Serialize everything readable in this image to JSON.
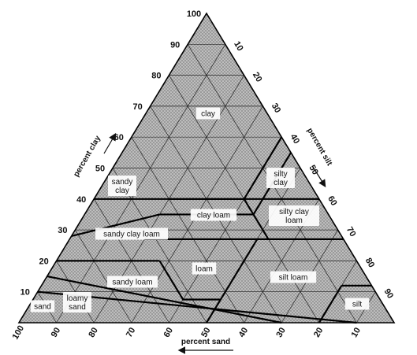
{
  "diagram": {
    "title": "",
    "axes": {
      "clay": {
        "label": "percent clay",
        "ticks": [
          "10",
          "20",
          "30",
          "40",
          "50",
          "60",
          "70",
          "80",
          "90",
          "100"
        ]
      },
      "silt": {
        "label": "percent silt",
        "ticks": [
          "10",
          "20",
          "30",
          "40",
          "50",
          "60",
          "70",
          "80",
          "90"
        ]
      },
      "sand": {
        "label": "percent sand",
        "ticks": [
          "100",
          "90",
          "80",
          "70",
          "60",
          "50",
          "40",
          "30",
          "20",
          "10"
        ]
      }
    },
    "textures": [
      {
        "name": "clay",
        "lines": [
          "clay"
        ]
      },
      {
        "name": "sandy-clay",
        "lines": [
          "sandy",
          "clay"
        ]
      },
      {
        "name": "silty-clay",
        "lines": [
          "silty",
          "clay"
        ]
      },
      {
        "name": "clay-loam",
        "lines": [
          "clay loam"
        ]
      },
      {
        "name": "silty-clay-loam",
        "lines": [
          "silty clay",
          "loam"
        ]
      },
      {
        "name": "sandy-clay-loam",
        "lines": [
          "sandy clay loam"
        ]
      },
      {
        "name": "loam",
        "lines": [
          "loam"
        ]
      },
      {
        "name": "sandy-loam",
        "lines": [
          "sandy loam"
        ]
      },
      {
        "name": "silt-loam",
        "lines": [
          "silt loam"
        ]
      },
      {
        "name": "loamy-sand",
        "lines": [
          "loamy",
          "sand"
        ]
      },
      {
        "name": "sand",
        "lines": [
          "sand"
        ]
      },
      {
        "name": "silt",
        "lines": [
          "silt"
        ]
      }
    ]
  }
}
